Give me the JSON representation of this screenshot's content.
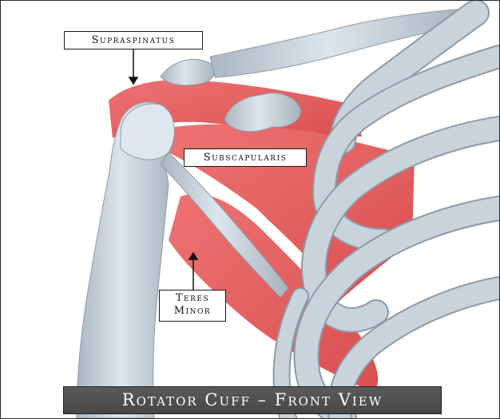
{
  "labels": {
    "supraspinatus": "Supraspinatus",
    "subscapularis": "Subscapularis",
    "teres_minor_line1": "Teres",
    "teres_minor_line2": "Minor"
  },
  "caption": "Rotator Cuff – Front View",
  "colors": {
    "bone": "#c9d3dc",
    "bone_shadow": "#8e9aa6",
    "muscle": "#e45f5f",
    "muscle_dark": "#c84444",
    "label_border": "#1a1a1a",
    "caption_bg": "#4f4f4f",
    "caption_text": "#ffffff"
  }
}
